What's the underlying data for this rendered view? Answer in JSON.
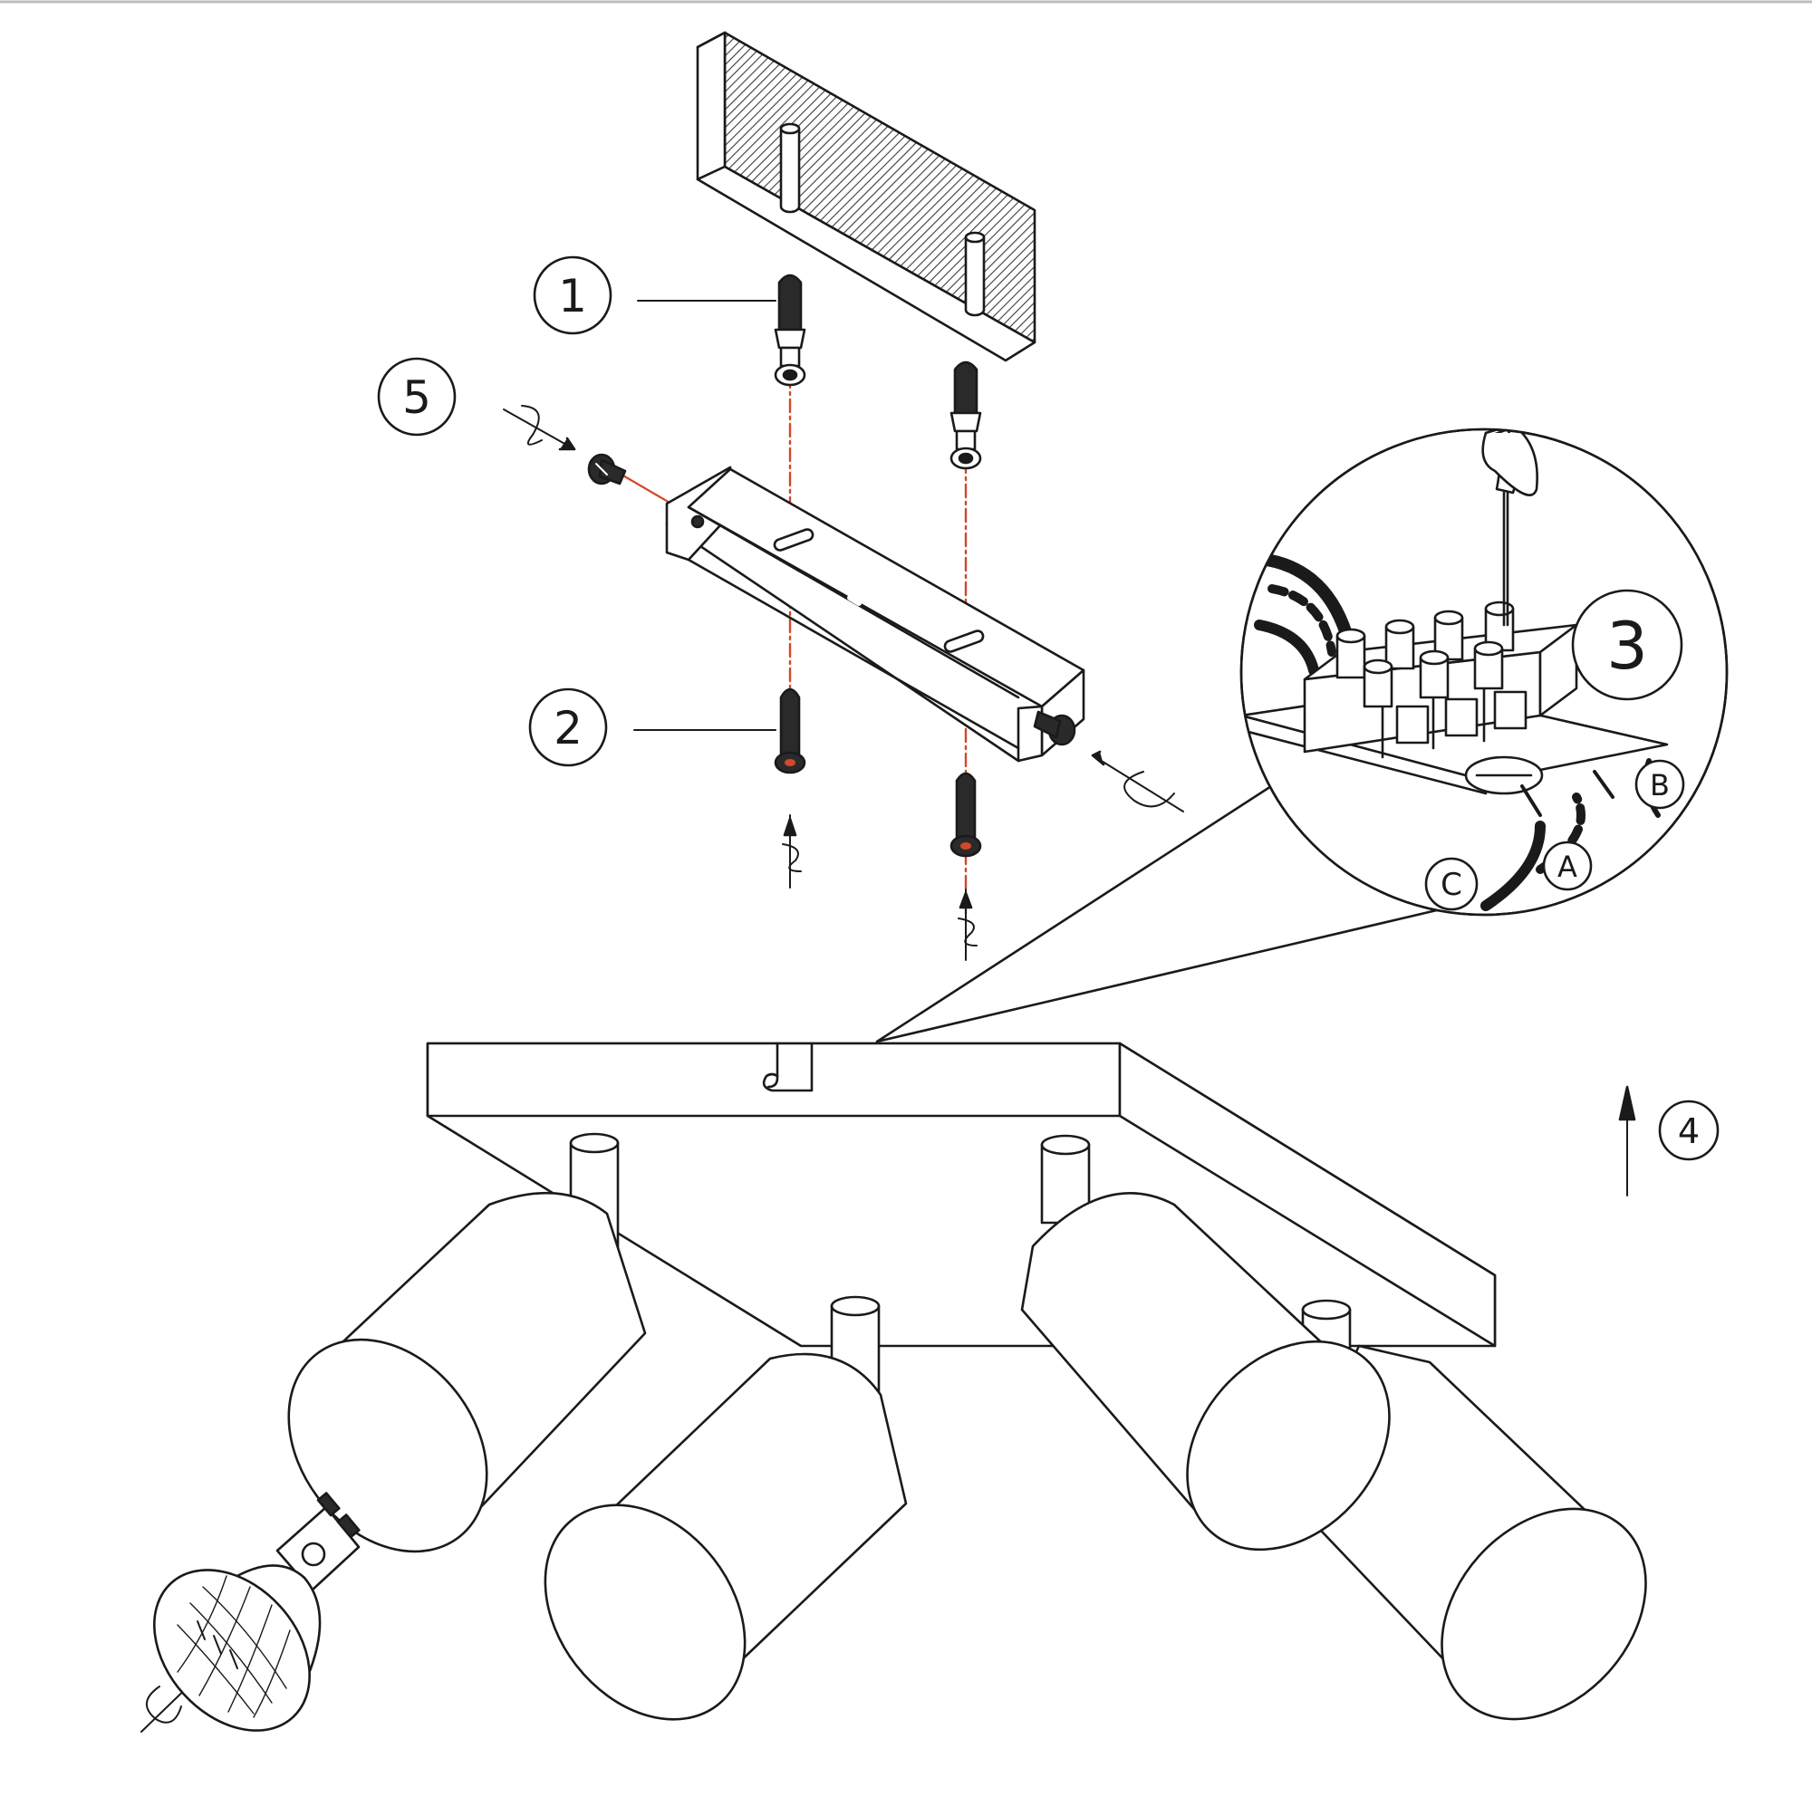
{
  "diagram": {
    "step_labels": {
      "step1": "1",
      "step2": "2",
      "step3": "3",
      "step4": "4",
      "step5": "5"
    },
    "terminal_labels": {
      "a": "A",
      "b": "B",
      "c": "C"
    }
  },
  "colors": {
    "line": "#1a1a1a",
    "hatch": "#3a3a3a",
    "guide": "#d2472a",
    "background": "#ffffff",
    "frame": "#bdbdbd"
  },
  "icons": [
    "wall-plate-icon",
    "wall-plug-icon",
    "screw-icon",
    "mounting-bracket-icon",
    "terminal-block-icon",
    "screwdriver-icon",
    "spotlight-icon",
    "gu10-bulb-icon",
    "rotate-arrow-icon",
    "up-arrow-icon"
  ]
}
